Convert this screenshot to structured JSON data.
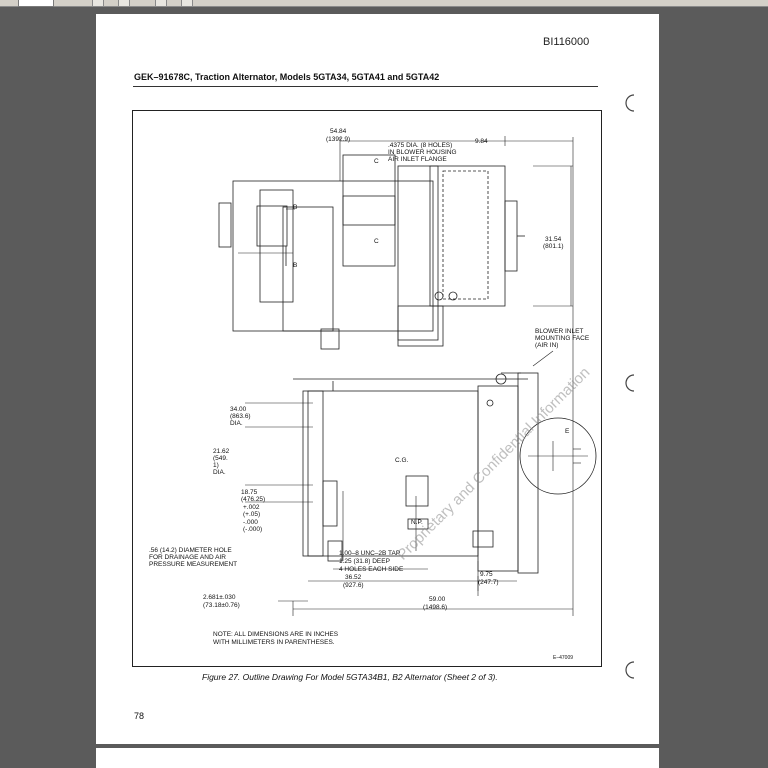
{
  "document": {
    "doc_id": "BI116000",
    "header_title": "GEK–91678C, Traction Alternator, Models 5GTA34, 5GTA41 and 5GTA42",
    "page_number": "78",
    "caption": "Figure 27.  Outline Drawing For Model 5GTA34B1, B2 Alternator (Sheet 2 of 3).",
    "watermark": "Proprietary and Confidential Information",
    "drawing_number": "E–47009",
    "note": [
      "NOTE: ALL DIMENSIONS ARE IN INCHES",
      "WITH MILLIMETERS IN PARENTHESES."
    ]
  },
  "labels": {
    "dim_top_in": "54.84",
    "dim_top_mm": "(1392.9)",
    "holes_1": ".4375 DIA. (8 HOLES)",
    "holes_2": "IN BLOWER HOUSING",
    "holes_3": "AIR INLET FLANGE",
    "dim_984": "9.84",
    "sec_c1": "C",
    "sec_c2": "C",
    "sec_b1": "B",
    "sec_b2": "B",
    "dim_3154": "31.54",
    "dim_3154_mm": "(801.1)",
    "blower_1": "BLOWER INLET",
    "blower_2": "MOUNTING FACE",
    "blower_3": "(AIR IN)",
    "detail_e": "E",
    "dim_3400": "34.00",
    "dim_3400_mm": "(863.6)",
    "dim_3400_dia": "DIA.",
    "dim_2162": "21.62",
    "dim_2162_mm": "(549.",
    "dim_2162_1": "1)",
    "dim_2162_dia": "DIA.",
    "dim_1875": "18.75",
    "dim_1875_mm": "(476.25)",
    "tol_002": "+.002",
    "tol_002_mm": "(+.05)",
    "tol_000": "-.000",
    "tol_000_mm": "(-.000)",
    "cg": "C.G.",
    "np": "N.P.",
    "hole_1": ".56 (14.2) DIAMETER HOLE",
    "hole_2": "FOR DRAINAGE AND AIR",
    "hole_3": "PRESSURE MEASUREMENT",
    "tap_1": "1.00–8 UNC–2B TAP",
    "tap_2": "1.25 (31.8) DEEP",
    "tap_3": "4 HOLES EACH SIDE",
    "dim_3652": "36.52",
    "dim_3652_mm": "(927.6)",
    "dim_975": "9.75",
    "dim_975_mm": "(247.7)",
    "dim_2681": "2.681±.030",
    "dim_2681_mm": "(73.18±0.76)",
    "dim_5900": "59.00",
    "dim_5900_mm": "(1498.6)"
  }
}
